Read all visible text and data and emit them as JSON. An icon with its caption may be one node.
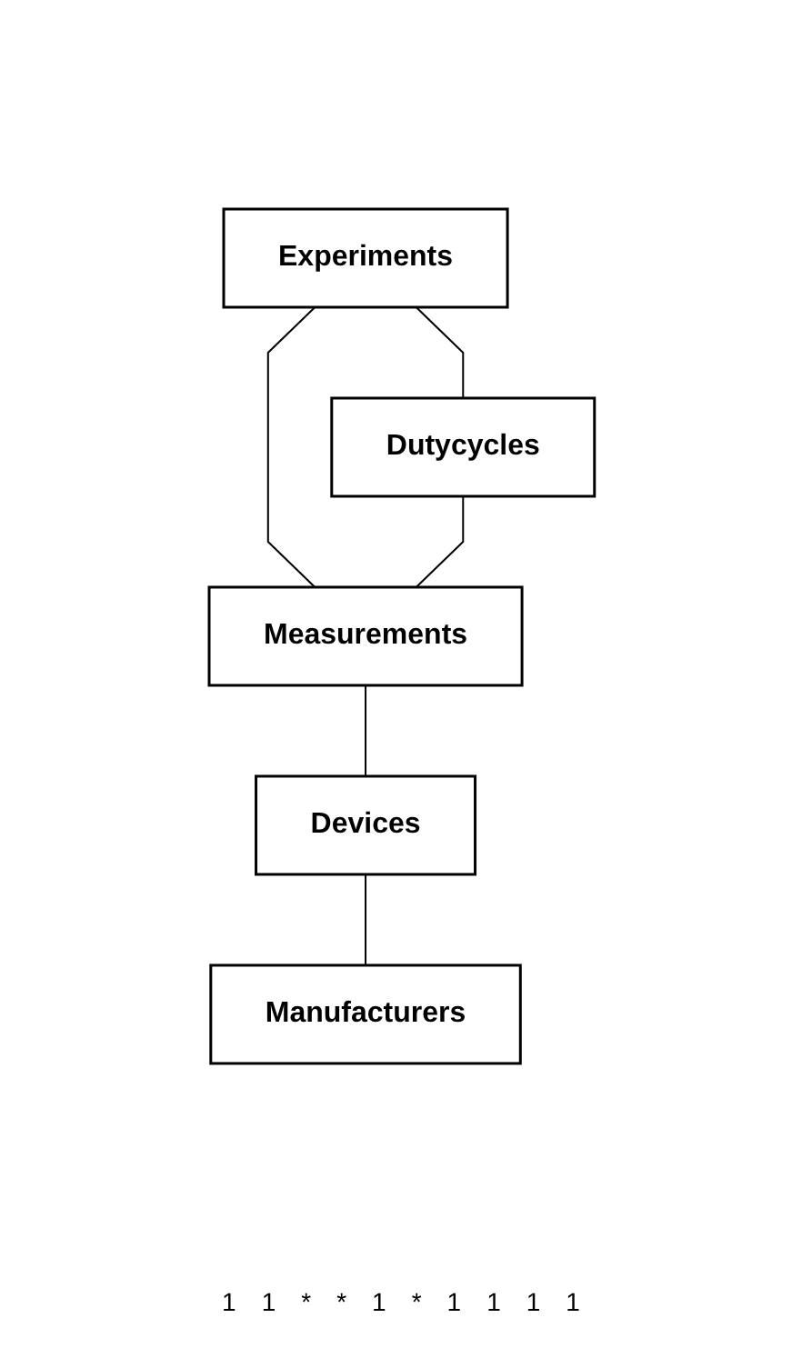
{
  "diagram": {
    "nodes": [
      {
        "text": [
          "Experiments"
        ]
      },
      {
        "text": [
          "Dutycycles"
        ]
      },
      {
        "text": [
          "Measurements"
        ]
      },
      {
        "text": [
          "Devices"
        ]
      },
      {
        "text": [
          "Manufacturers"
        ]
      }
    ],
    "edges": [
      {
        "from": 0,
        "to": 1,
        "arrow": "none"
      },
      {
        "from": 0,
        "to": 2,
        "arrow": "none"
      },
      {
        "from": 1,
        "to": 2,
        "arrow": "none"
      },
      {
        "from": 2,
        "to": 3,
        "arrow": "none"
      },
      {
        "from": 3,
        "to": 4,
        "arrow": "none"
      }
    ],
    "labels": [
      "1",
      "1",
      "*",
      "*",
      "1",
      "*",
      "1",
      "1",
      "1",
      "1"
    ]
  }
}
